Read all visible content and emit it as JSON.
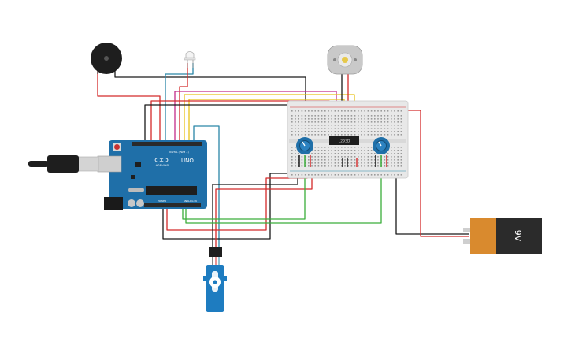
{
  "arduino": {
    "brand": "UNO",
    "logo_text": "ARDUINO",
    "digital_label": "DIGITAL (PWM ~)",
    "power_label": "POWER",
    "analog_label": "ANALOG IN"
  },
  "driver_chip": {
    "label": "L293D"
  },
  "battery": {
    "label": "9V",
    "body_color": "#d98a2e",
    "cap_color": "#2b2b2b"
  },
  "colors": {
    "wire_black": "#1a1a1a",
    "wire_red": "#d42a2a",
    "wire_green": "#3aae3a",
    "wire_yellow": "#e8c21a",
    "wire_blue": "#2a86a8",
    "wire_magenta": "#c22c8a",
    "board_blue": "#1f6fa8",
    "breadboard": "#e8e8e8"
  },
  "components": [
    "piezo-buzzer",
    "led",
    "dc-motor",
    "arduino-uno",
    "breadboard",
    "potentiometer",
    "potentiometer",
    "l293d-driver",
    "micro-servo",
    "9v-battery",
    "usb-cable"
  ]
}
